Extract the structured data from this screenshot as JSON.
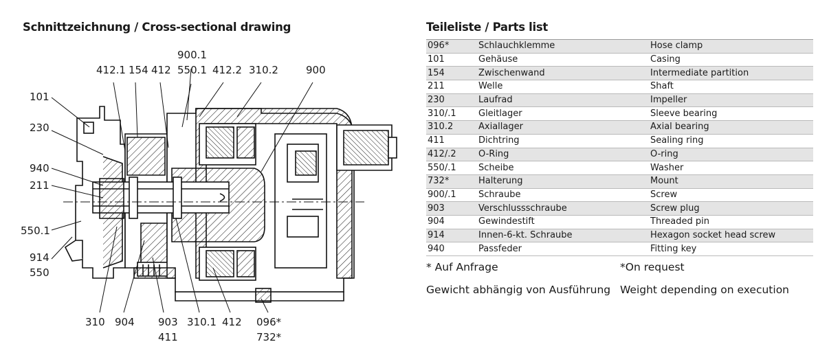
{
  "drawing": {
    "title": "Schnittzeichnung / Cross-sectional drawing",
    "callouts": [
      {
        "id": "c-9001",
        "text": "900.1"
      },
      {
        "id": "c-4121",
        "text": "412.1"
      },
      {
        "id": "c-154",
        "text": "154"
      },
      {
        "id": "c-412a",
        "text": "412"
      },
      {
        "id": "c-5501a",
        "text": "550.1"
      },
      {
        "id": "c-4122",
        "text": "412.2"
      },
      {
        "id": "c-3102",
        "text": "310.2"
      },
      {
        "id": "c-900",
        "text": "900"
      },
      {
        "id": "c-101",
        "text": "101"
      },
      {
        "id": "c-230",
        "text": "230"
      },
      {
        "id": "c-940",
        "text": "940"
      },
      {
        "id": "c-211",
        "text": "211"
      },
      {
        "id": "c-5501b",
        "text": "550.1"
      },
      {
        "id": "c-914",
        "text": "914"
      },
      {
        "id": "c-550",
        "text": "550"
      },
      {
        "id": "c-310",
        "text": "310"
      },
      {
        "id": "c-904",
        "text": "904"
      },
      {
        "id": "c-903",
        "text": "903"
      },
      {
        "id": "c-411",
        "text": "411"
      },
      {
        "id": "c-3101",
        "text": "310.1"
      },
      {
        "id": "c-412b",
        "text": "412"
      },
      {
        "id": "c-096",
        "text": "096*"
      },
      {
        "id": "c-732",
        "text": "732*"
      }
    ]
  },
  "parts": {
    "title": "Teileliste / Parts list",
    "rows": [
      [
        "096*",
        "Schlauchklemme",
        "Hose clamp"
      ],
      [
        "101",
        "Gehäuse",
        "Casing"
      ],
      [
        "154",
        "Zwischenwand",
        "Intermediate partition"
      ],
      [
        "211",
        "Welle",
        "Shaft"
      ],
      [
        "230",
        "Laufrad",
        "Impeller"
      ],
      [
        "310/.1",
        "Gleitlager",
        "Sleeve bearing"
      ],
      [
        "310.2",
        "Axiallager",
        "Axial bearing"
      ],
      [
        "411",
        "Dichtring",
        "Sealing ring"
      ],
      [
        "412/.2",
        "O-Ring",
        "O-ring"
      ],
      [
        "550/.1",
        "Scheibe",
        "Washer"
      ],
      [
        "732*",
        "Halterung",
        "Mount"
      ],
      [
        "900/.1",
        "Schraube",
        "Screw"
      ],
      [
        "903",
        "Verschlussschraube",
        "Screw plug"
      ],
      [
        "904",
        "Gewindestift",
        "Threaded pin"
      ],
      [
        "914",
        "Innen-6-kt. Schraube",
        "Hexagon socket head screw"
      ],
      [
        "940",
        "Passfeder",
        "Fitting key"
      ]
    ]
  },
  "notes": {
    "request_de": "* Auf Anfrage",
    "request_en": "*On request",
    "weight_de": "Gewicht abhängig von Ausführung",
    "weight_en": "Weight depending on execution"
  }
}
